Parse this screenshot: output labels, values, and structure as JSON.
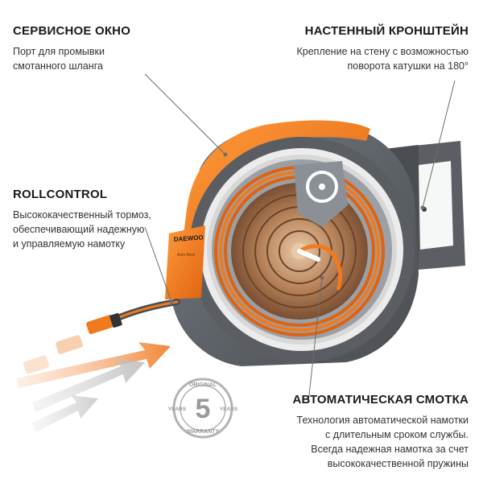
{
  "callouts": {
    "service_window": {
      "title": "СЕРВИСНОЕ ОКНО",
      "lines": [
        "Порт для промывки",
        "смотанного шланга"
      ]
    },
    "wall_bracket": {
      "title": "НАСТЕННЫЙ КРОНШТЕЙН",
      "lines": [
        "Крепление на стену с возможностью",
        "поворота катушки на 180°"
      ]
    },
    "rollcontrol": {
      "title": "ROLLCONTROL",
      "lines": [
        "Высококачественный тормоз,",
        "обеспечивающий надежную",
        "и управляемую намотку"
      ]
    },
    "auto_winding": {
      "title": "АВТОМАТИЧЕСКАЯ СМОТКА",
      "lines": [
        "Технология автоматической намотки",
        "с длительным сроком службы.",
        "Всегда надежная намотка за счет",
        "высококачественной пружины"
      ]
    }
  },
  "warranty_badge": {
    "top": "ORIGINAL",
    "number": "5",
    "left": "YEARS",
    "right": "YEARS",
    "bottom": "WARRANTY"
  },
  "product": {
    "brand": "DAEWOO",
    "model_label": "Auto Reel",
    "icon": "hose-reel-icon"
  },
  "colors": {
    "orange": "#f07a1e",
    "dark_orange": "#d9600f",
    "housing": "#5b5f64",
    "housing_light": "#7c8187",
    "copper": "#b8835a",
    "text": "#333333",
    "title": "#1a1a1a"
  }
}
